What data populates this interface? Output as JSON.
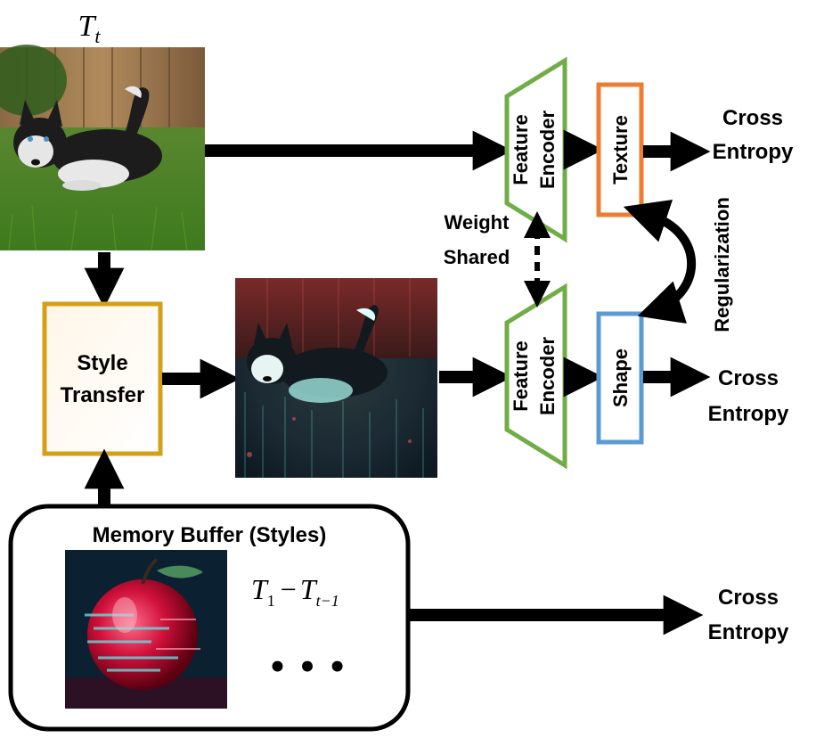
{
  "task_label": {
    "main": "T",
    "sub": "t"
  },
  "style_transfer": {
    "line1": "Style",
    "line2": "Transfer"
  },
  "feature_encoder": {
    "line1": "Feature",
    "line2": "Encoder"
  },
  "texture_head": "Texture",
  "shape_head": "Shape",
  "weight_shared": {
    "line1": "Weight",
    "line2": "Shared"
  },
  "regularization": "Regularization",
  "loss_top": {
    "line1": "Cross",
    "line2": "Entropy"
  },
  "loss_mid": {
    "line1": "Cross",
    "line2": "Entropy"
  },
  "loss_bottom": {
    "line1": "Cross",
    "line2": "Entropy"
  },
  "memory_buffer": {
    "title": "Memory Buffer (Styles)",
    "range_label": {
      "start": "T",
      "start_sub": "1",
      "dash": "−",
      "end": "T",
      "end_sub": "t−1"
    },
    "ellipsis": "• • •"
  },
  "images": {
    "input": "dog-photo",
    "stylized": "stylized-dog",
    "style_example": "stylized-apple"
  },
  "colors": {
    "encoder": "#70ad47",
    "texture": "#ed7d31",
    "shape": "#5b9bd5",
    "style_transfer": "#d4a017",
    "arrow": "#000000"
  }
}
